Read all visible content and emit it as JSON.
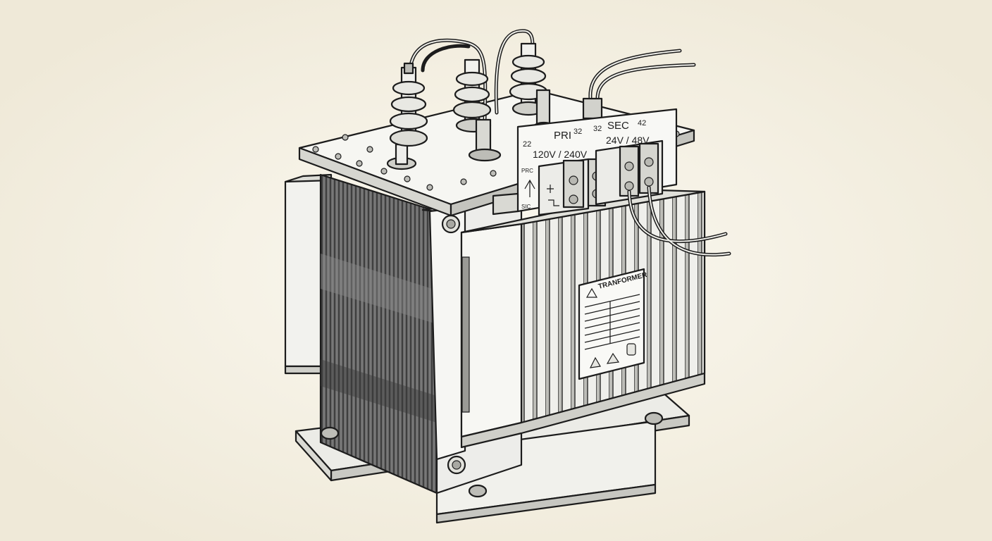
{
  "terminal_plate": {
    "left_num": "22",
    "pri_label": "PRI",
    "mid_num_a": "32",
    "mid_num_b": "32",
    "sec_label": "SEC",
    "right_num": "42",
    "pri_voltage": "120V / 240V",
    "sec_voltage": "24V / 48V",
    "side_top": "PRC",
    "side_bottom": "SIC"
  },
  "nameplate": {
    "title": "TRANFORMER"
  },
  "colors": {
    "background": "#f3efe2",
    "ink": "#1c1c1c",
    "metal_light": "#f4f4f0",
    "metal_shade": "#cfcfca",
    "laminations": "#5a5a5a"
  }
}
